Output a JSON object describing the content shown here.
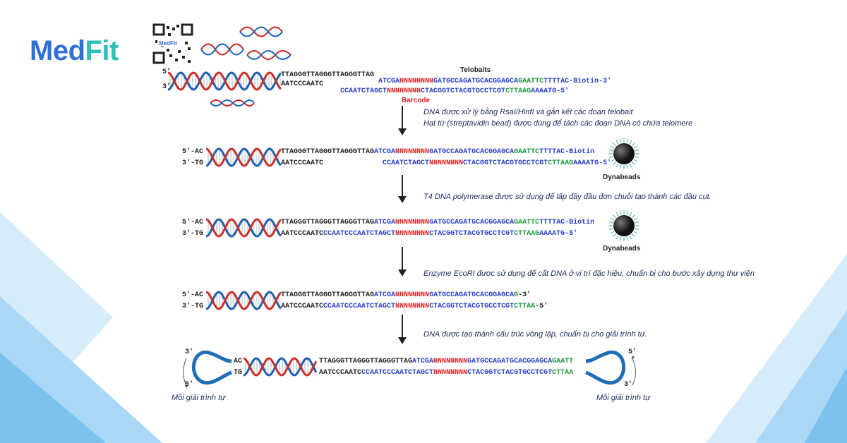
{
  "brand": {
    "part1": "Med",
    "part2": "Fit",
    "qr_label": "MedFit"
  },
  "labels": {
    "telobaits": "Telobaits",
    "barcode": "Barcode",
    "dynabeads": "Dynabeads",
    "primer": "Mồi giải trình tự"
  },
  "ends": {
    "five": "5'",
    "three": "3'",
    "five_ac": "5'-AC",
    "three_tg": "3'-TG",
    "ac": "AC",
    "tg": "TG",
    "ten_3": "3'",
    "ten_5": "5'"
  },
  "steps": [
    {
      "lines": [
        "DNA được xử lý bằng RsaI/HinfI và gắn kết các đoạn telobait",
        "Hạt từ (streptavidin bead) được dùng để tách các đoạn DNA có chứa telomere"
      ]
    },
    {
      "lines": [
        "T4 DNA polymerase được sử dụng để lấp đầy đầu đơn chuỗi tạo thành các đầu cụt."
      ]
    },
    {
      "lines": [
        "Enzyme EcoRI được sử dụng để cắt DNA ở vị trí đặc hiệu, chuẩn bị cho bước xây dựng thư viện"
      ]
    },
    {
      "lines": [
        "DNA được tạo thành cấu trúc vòng lặp, chuẩn bị cho giải trình tự."
      ]
    }
  ],
  "sequences": {
    "telo_top": "TTAGGGTTAGGGTTAGGGTTAG",
    "telo_bot": "AATCCCAATC",
    "bait_top_a": "ATCGA",
    "bait_top_n": "NNNNNNNN",
    "bait_top_b": "GATGCCAGATGCACGGAGCA",
    "bait_top_g": "GAATTC",
    "bait_top_c": "TTTTAC-Biotin-3'",
    "bait_top_c2": "TTTTAC-Biotin",
    "bait_bot_a": "CCAATCTAGCT",
    "bait_bot_n": "NNNNNNNN",
    "bait_bot_b": "CTACGGTCTACGTGCCTCGT",
    "bait_bot_g": "CTTAAG",
    "bait_bot_c": "AAAATG-5'",
    "fill_bot": "CCAATCCCAATCTAGCT",
    "cut_top_b": "GATGCCAGATGCACGGAGCA",
    "cut_top_g": "G",
    "cut_top_end": "-3'",
    "cut_bot_g": "CTTAA",
    "cut_bot_end": "-5'",
    "loop_top_g": "GAATT",
    "loop_bot_g": "CTTAA"
  }
}
